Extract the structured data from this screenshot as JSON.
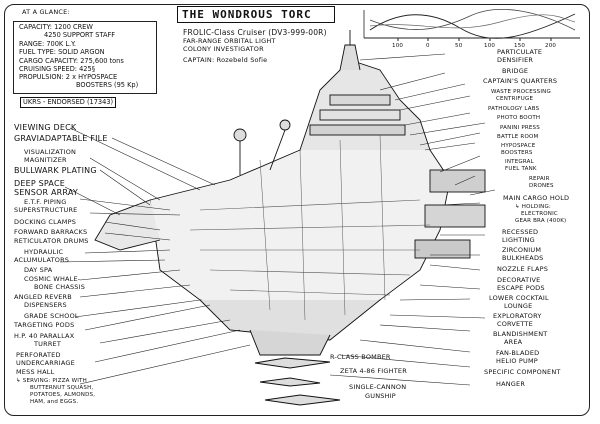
{
  "header": {
    "at_a_glance": "AT A GLANCE:",
    "title": "THE WONDROUS TORC",
    "class": "FROLIC-Class Cruiser (DV3-999-00R)",
    "roles": [
      "FAR-RANGE ORBITAL LIGHT",
      "COLONY INVESTIGATOR"
    ],
    "captain": "CAPTAIN: Rozebeld Sofie"
  },
  "stats": [
    "CAPACITY: 1200 CREW",
    "4250 SUPPORT STAFF",
    "RANGE: 700K L.Y.",
    "FUEL TYPE: SOLID ARGON",
    "CARGO CAPACITY: 275,600 tons",
    "CRUISING SPEED: 425§",
    "PROPULSION: 2 x HYPOSPACE",
    "BOOSTERS (95 Kp)"
  ],
  "endorsement": "UKRS - ENDORSED (17343)",
  "graph": {
    "ticks": [
      "100",
      "0",
      "50",
      "100",
      "150",
      "200"
    ]
  },
  "left_labels": [
    "VIEWING DECK",
    "GRAVIADAPTABLE FILE",
    "VISUALIZATION",
    "MAGNITIZER",
    "BULLWARK PLATING",
    "DEEP SPACE",
    "SENSOR ARRAY",
    "E.T.F. PIPING",
    "SUPERSTRUCTURE",
    "DOCKING CLAMPS",
    "FORWARD BARRACKS",
    "RETICULATOR DRUMS",
    "HYDRAULIC",
    "ACLUMULATORS",
    "DAY SPA",
    "COSMIC WHALE-",
    "BONE CHASSIS",
    "ANGLED REVERB",
    "DISPENSERS",
    "GRADE SCHOOL",
    "TARGETING PODS",
    "H.P. 40 PARALLAX",
    "TURRET",
    "PERFORATED",
    "UNDERCARRIAGE",
    "MESS HALL",
    "↳ SERVING: PIZZA WITH",
    "BUTTERNUT SQUASH,",
    "POTATOES, ALMONDS,",
    "HAM, and EGGS."
  ],
  "right_labels": [
    "PARTICULATE",
    "DENSIFIER",
    "BRIDGE",
    "CAPTAIN'S QUARTERS",
    "WASTE PROCESSING",
    "CENTRIFUGE",
    "PATHOLOGY LABS",
    "PHOTO BOOTH",
    "PANINI PRESS",
    "BATTLE ROOM",
    "HYPOSPACE",
    "BOOSTERS",
    "INTEGRAL",
    "FUEL TANK",
    "REPAIR",
    "DRONES",
    "MAIN CARGO HOLD",
    "↳ HOLDING:",
    "ELECTRONIC",
    "GEAR BRA (400K)",
    "RECESSED",
    "LIGHTING",
    "ZIRCONIUM",
    "BULKHEADS",
    "NOZZLE FLAPS",
    "DECORATIVE",
    "ESCAPE PODS",
    "LOWER COCKTAIL",
    "LOUNGE",
    "EXPLORATORY",
    "CORVETTE",
    "BLANDISHMENT",
    "AREA",
    "FAN-BLADED",
    "HELIO PUMP",
    "SPECIFIC COMPONENT",
    "HANGER"
  ],
  "bottom_labels": [
    "R-CLASS BOMBER",
    "ZETA 4-86 FIGHTER",
    "SINGLE-CANNON",
    "GUNSHIP"
  ]
}
